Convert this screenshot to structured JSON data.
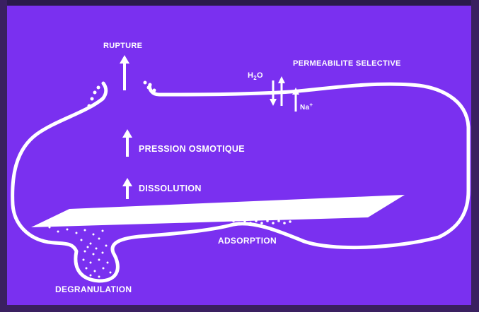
{
  "colors": {
    "background": "#7a30f0",
    "line": "#ffffff"
  },
  "labels": {
    "rupture": "RUPTURE",
    "permeabilite": "PERMEABILITE SELECTIVE",
    "h2o_main": "H",
    "h2o_sub": "2",
    "h2o_end": "O",
    "na_main": "Na",
    "na_sup": "+",
    "pression": "PRESSION OSMOTIQUE",
    "dissolution": "DISSOLUTION",
    "adsorption": "ADSORPTION",
    "degranulation": "DEGRANULATION"
  }
}
